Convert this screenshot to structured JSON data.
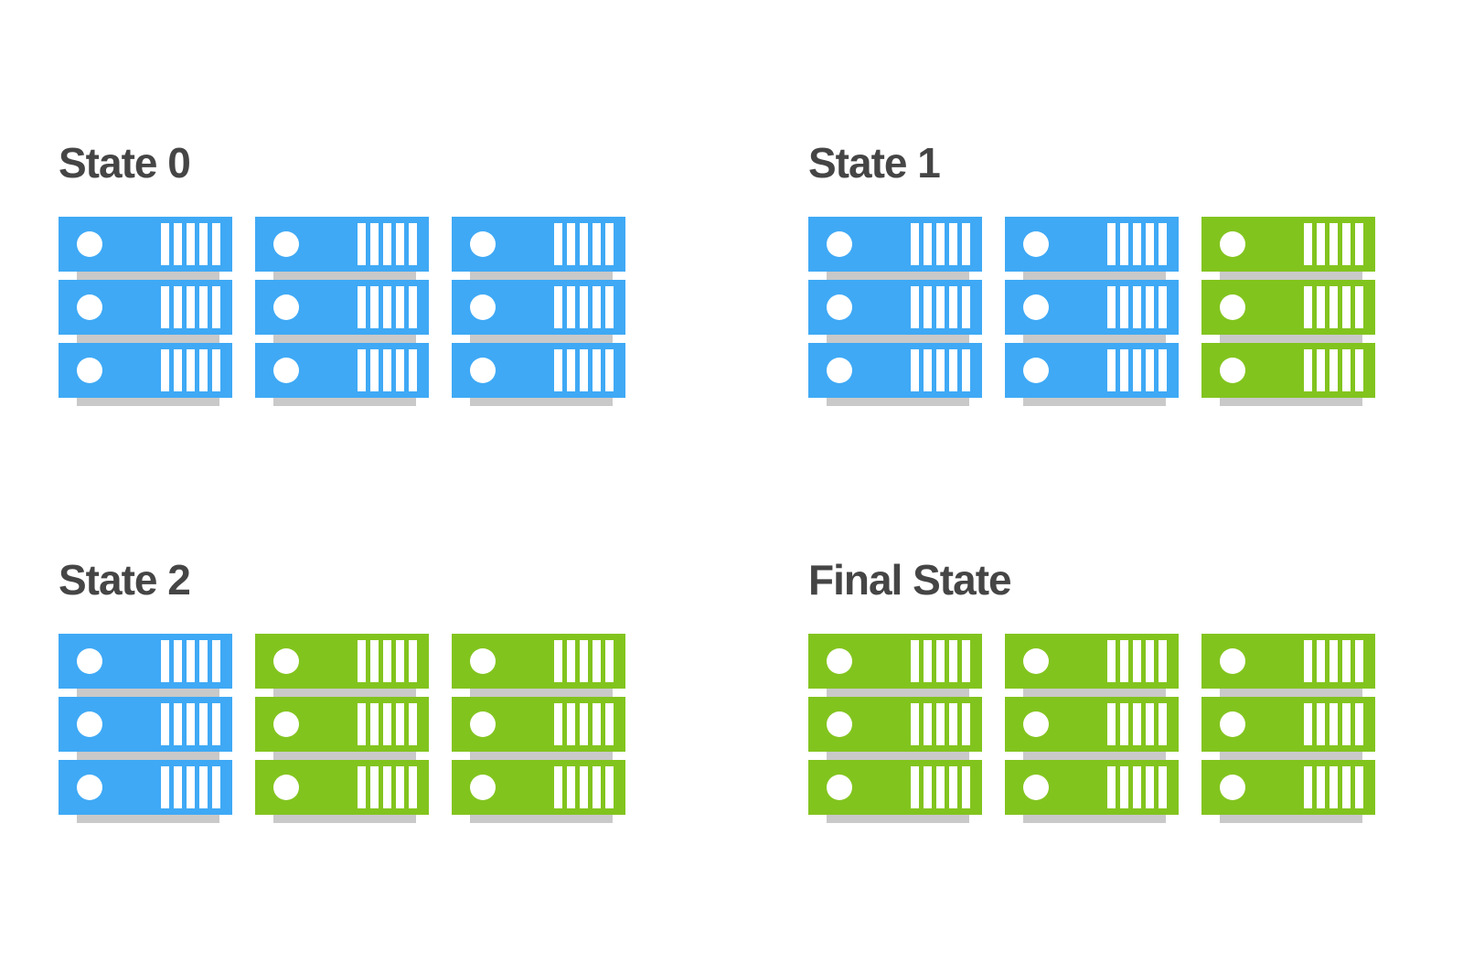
{
  "colors": {
    "blue": "#3FA9F5",
    "green": "#82C41E",
    "shadow": "#C9C9C9",
    "title": "#454545",
    "background": "#FFFFFF"
  },
  "servers_per_rack": 3,
  "vent_slots_per_server": 5,
  "states": [
    {
      "label": "State 0",
      "racks": [
        "blue",
        "blue",
        "blue"
      ]
    },
    {
      "label": "State 1",
      "racks": [
        "blue",
        "blue",
        "green"
      ]
    },
    {
      "label": "State 2",
      "racks": [
        "blue",
        "green",
        "green"
      ]
    },
    {
      "label": "Final State",
      "racks": [
        "green",
        "green",
        "green"
      ]
    }
  ]
}
